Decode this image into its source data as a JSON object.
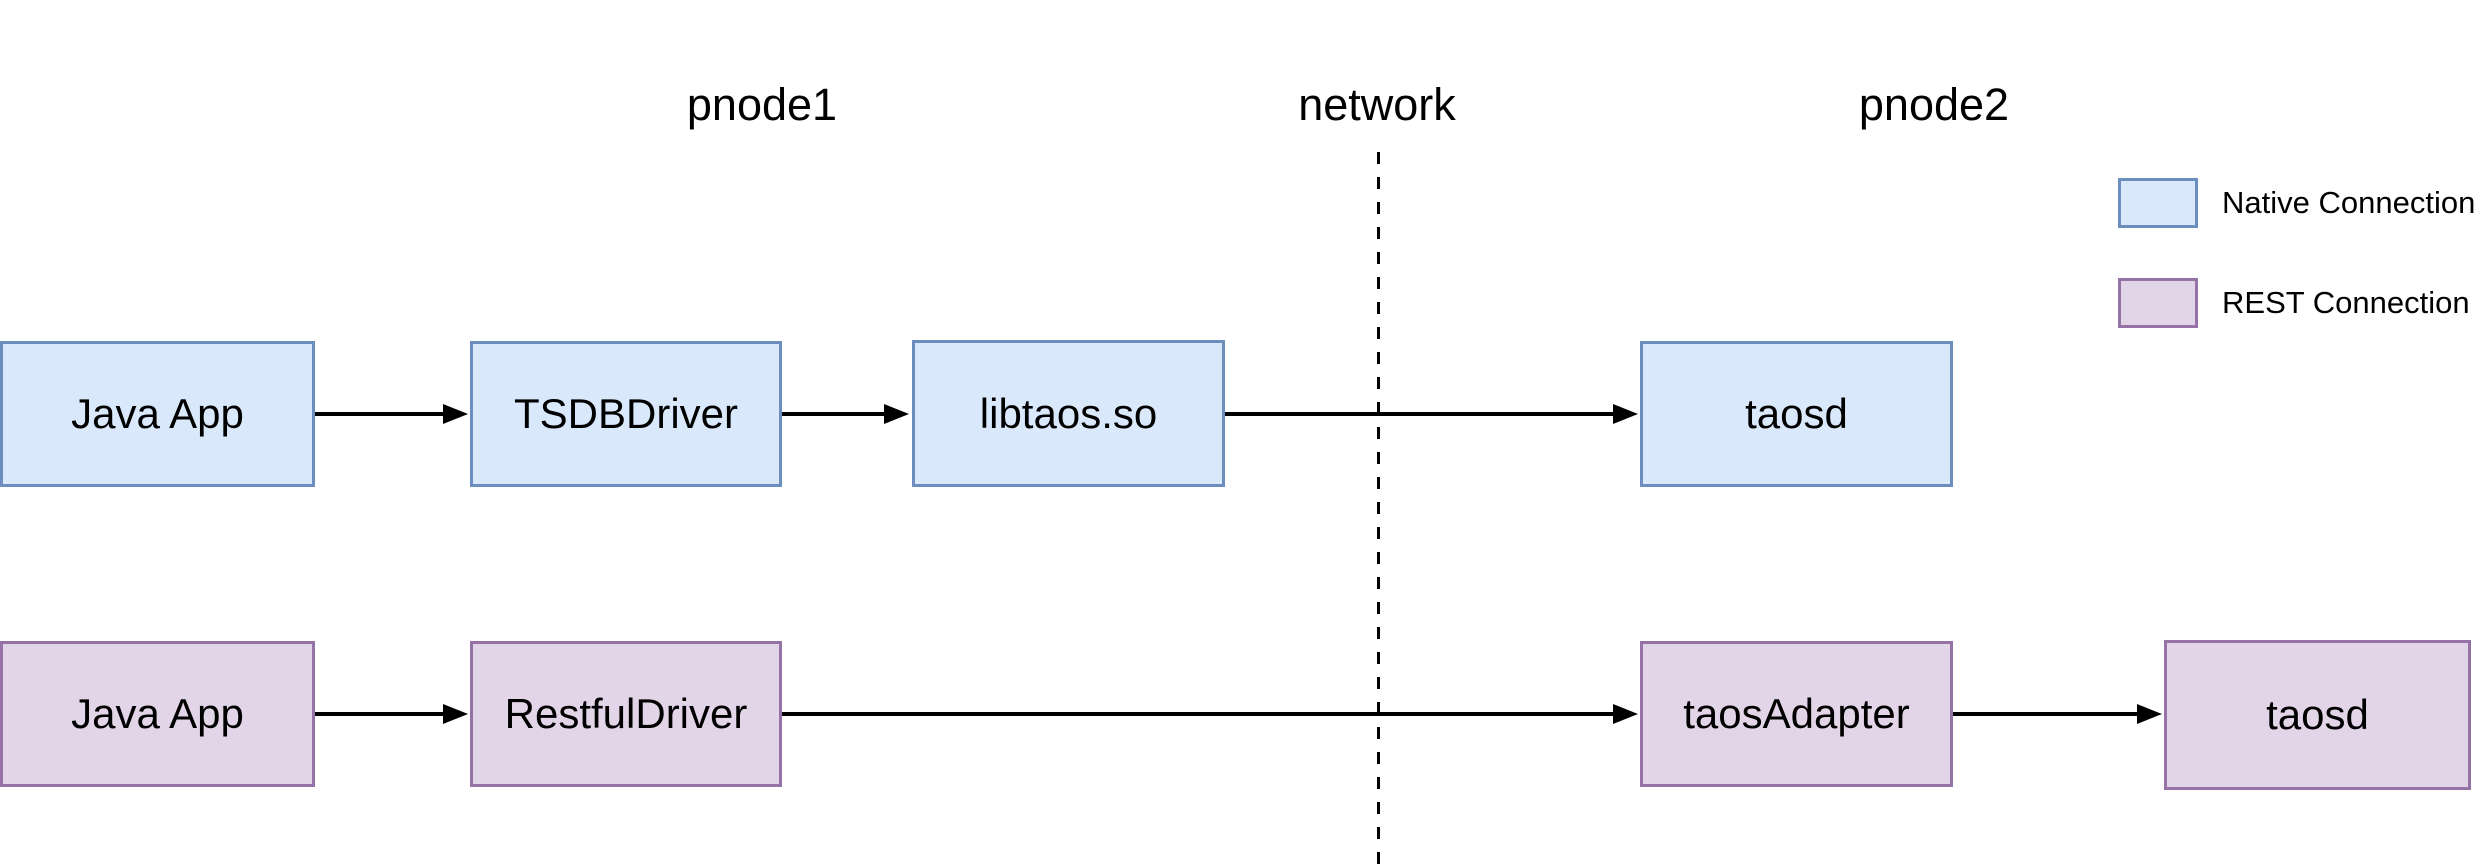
{
  "headers": [
    {
      "label": "pnode1"
    },
    {
      "label": "network"
    },
    {
      "label": "pnode2"
    }
  ],
  "nodes": [
    {
      "id": "java-app-native",
      "label": "Java App",
      "type": "native"
    },
    {
      "id": "tsdbdriver",
      "label": "TSDBDriver",
      "type": "native"
    },
    {
      "id": "libtaos-so",
      "label": "libtaos.so",
      "type": "native"
    },
    {
      "id": "taosd-native",
      "label": "taosd",
      "type": "native"
    },
    {
      "id": "java-app-rest",
      "label": "Java App",
      "type": "rest"
    },
    {
      "id": "restfuldriver",
      "label": "RestfulDriver",
      "type": "rest"
    },
    {
      "id": "taosadapter",
      "label": "taosAdapter",
      "type": "rest"
    },
    {
      "id": "taosd-rest",
      "label": "taosd",
      "type": "rest"
    }
  ],
  "connections": [
    {
      "from": "Java App",
      "to": "TSDBDriver",
      "row": "native"
    },
    {
      "from": "TSDBDriver",
      "to": "libtaos.so",
      "row": "native"
    },
    {
      "from": "libtaos.so",
      "to": "taosd",
      "row": "native"
    },
    {
      "from": "Java App",
      "to": "RestfulDriver",
      "row": "rest"
    },
    {
      "from": "RestfulDriver",
      "to": "taosAdapter",
      "row": "rest"
    },
    {
      "from": "taosAdapter",
      "to": "taosd",
      "row": "rest"
    }
  ],
  "legend": {
    "items": [
      {
        "label": "Native Connection",
        "type": "native"
      },
      {
        "label": "REST Connection",
        "type": "rest"
      }
    ]
  },
  "colors": {
    "native_fill": "#dae8fc",
    "native_border": "#6c8ebf",
    "rest_fill": "#e1d5e7",
    "rest_border": "#9673a6",
    "line": "#000000",
    "background": "#ffffff"
  }
}
